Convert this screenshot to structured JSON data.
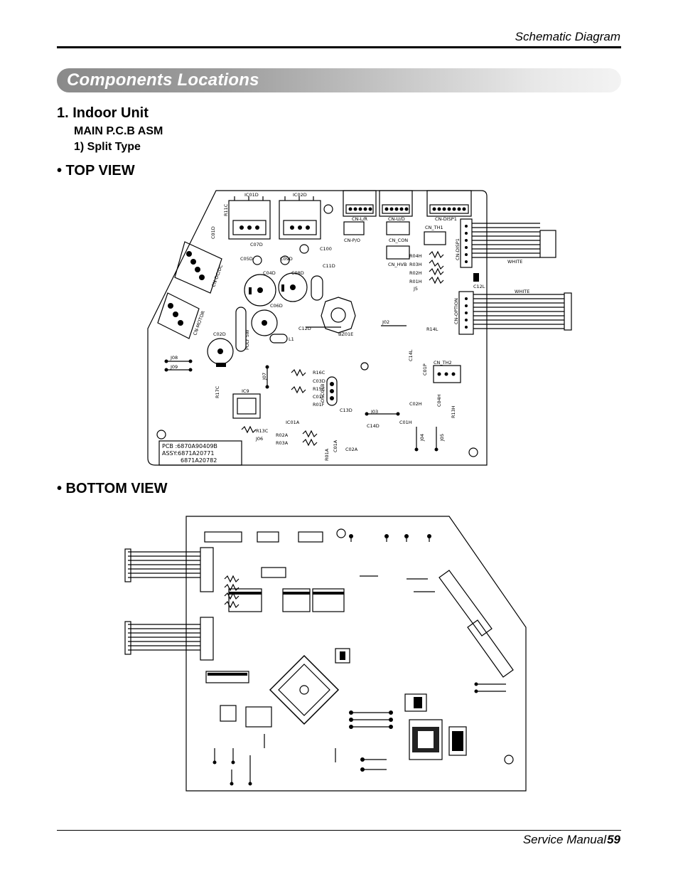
{
  "header": {
    "section": "Schematic Diagram"
  },
  "banner": {
    "title": "Components Locations"
  },
  "content": {
    "unit": "1. Indoor Unit",
    "assembly": "MAIN P.C.B ASM",
    "type": "1) Split Type",
    "top_view": "• TOP VIEW",
    "bottom_view": "• BOTTOM VIEW"
  },
  "top_board": {
    "pcb_line": "PCB :6870A90409B",
    "assy_line1": "ASSY:6871A20771",
    "assy_line2": "6871A20782",
    "wire_white_1": "WHITE",
    "wire_white_2": "WHITE",
    "labels": {
      "ic01d": "IC01D",
      "ic02d": "IC02D",
      "cn_l_r": "CN-L/R",
      "cn_u_d": "CN-U/D",
      "cn_disp1": "CN-DISP1",
      "cn_p_o": "CN-P/O",
      "cn_th1": "CN_TH1",
      "cn_con": "CN_CON",
      "cn_hvb": "CN_HVB",
      "cn_dc_dc": "CN-DC/DC",
      "cn_motor": "CN-MOTOR",
      "cn_option": "CN-OPTION",
      "cn_th2": "CN_TH2",
      "r04h": "R04H",
      "r03h": "R03H",
      "r02h": "R02H",
      "r01h": "R01H",
      "j5": "J5",
      "c12l": "C12L",
      "c100": "C100",
      "c11d": "C11D",
      "c07d": "C07D",
      "c05d": "C05D",
      "c09d": "C09D",
      "c04d": "C04D",
      "c08d": "C08D",
      "c06d": "C06D",
      "c02d": "C02D",
      "c12d": "C12D",
      "bz01e": "BZ01E",
      "j02": "J02",
      "r14l": "R14L",
      "l1": "L1",
      "poly_sw": "POLY SW",
      "j08": "J08",
      "j09": "J09",
      "j07": "J07",
      "r17c": "R17C",
      "ic9": "IC9",
      "r16c": "R16C",
      "c03d": "C03D",
      "r15c": "R15C",
      "c01f": "C01F",
      "r01f": "R01F",
      "osc01b": "OSC01B",
      "c13d": "C13D",
      "j03": "J03",
      "c14d": "C14D",
      "ic01a": "IC01A",
      "r13c": "R13C",
      "j06": "J06",
      "r02a": "R02A",
      "r03a": "R03A",
      "r01a": "R01A",
      "c01a": "C01A",
      "c02a": "C02A",
      "c01h": "C01H",
      "c02h": "C02H",
      "j04": "J04",
      "j05": "J05",
      "r13h": "R13H",
      "c04h": "C04H",
      "c01p": "C01P",
      "c14l": "C14L",
      "r11c": "R11C",
      "c01d": "C01D"
    }
  }
}
